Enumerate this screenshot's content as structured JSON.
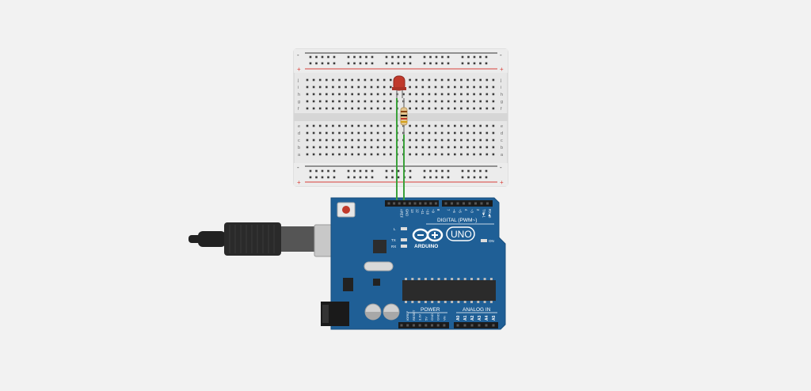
{
  "canvas": {
    "background": "#f2f2f2"
  },
  "breadboard": {
    "rail_minus": "-",
    "rail_plus": "+",
    "row_letters_top": [
      "j",
      "i",
      "h",
      "g",
      "f"
    ],
    "row_letters_bottom": [
      "e",
      "d",
      "c",
      "b",
      "a"
    ],
    "columns": 30,
    "colors": {
      "body": "#e7e7e7",
      "hole": "#3a3a3a",
      "rail_red": "#d8403a",
      "rail_black": "#333333"
    }
  },
  "led": {
    "color": "#c0392b"
  },
  "resistor": {
    "band_colors": [
      "#8b4513",
      "#111111",
      "#c0392b",
      "#d4a017"
    ]
  },
  "wires": {
    "color": "#3aa13a"
  },
  "arduino": {
    "board_color": "#1f5f96",
    "logo_text": "ARDUINO",
    "model": "UNO",
    "digital_header": "DIGITAL (PWM~)",
    "power_header": "POWER",
    "analog_header": "ANALOG IN",
    "pins_top": [
      "AREF",
      "GND",
      "13",
      "12",
      "~11",
      "~10",
      "~9",
      "8",
      "7",
      "~6",
      "~5",
      "4",
      "~3",
      "2",
      "TX▶1",
      "RX◀0"
    ],
    "pins_power": [
      "IOREF",
      "RESET",
      "3.3V",
      "5V",
      "GND",
      "GND",
      "Vin"
    ],
    "pins_analog": [
      "A0",
      "A1",
      "A2",
      "A3",
      "A4",
      "A5"
    ],
    "led_labels": {
      "l": "L",
      "tx": "TX",
      "rx": "RX",
      "on": "ON"
    },
    "reset_button_label": "",
    "icon_logo": "infinity-logo-icon"
  },
  "usb_cable": {
    "color": "#222222"
  }
}
